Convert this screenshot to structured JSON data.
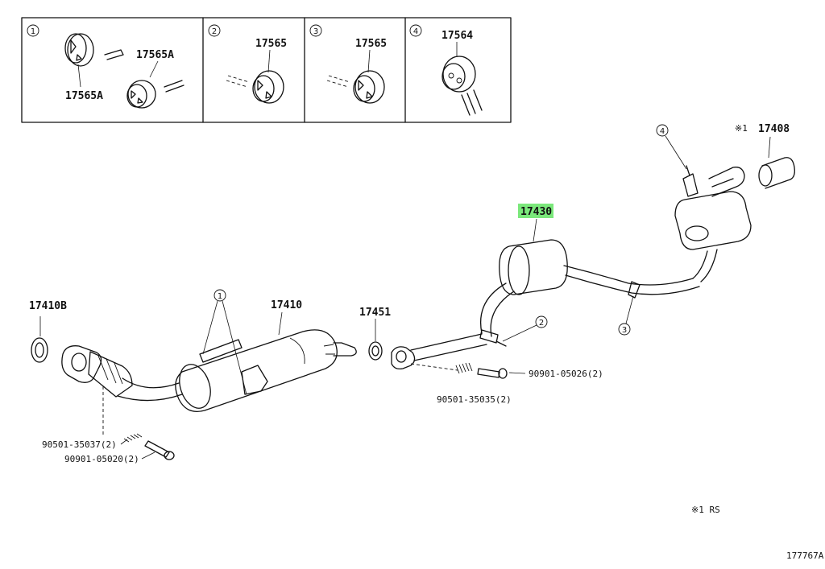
{
  "inset_panels": [
    {
      "index": "1",
      "labels": [
        "17565A",
        "17565A"
      ]
    },
    {
      "index": "2",
      "labels": [
        "17565"
      ]
    },
    {
      "index": "3",
      "labels": [
        "17565"
      ]
    },
    {
      "index": "4",
      "labels": [
        "17564"
      ]
    }
  ],
  "parts": {
    "p17430": "17430",
    "p17410": "17410",
    "p17410B": "17410B",
    "p17451": "17451",
    "p17408": "17408",
    "note_mark": "※1",
    "bolt_a": "90901-05026(2)",
    "spring_a": "90501-35035(2)",
    "spring_b": "90501-35037(2)",
    "bolt_b": "90901-05020(2)"
  },
  "callouts": {
    "c1": "1",
    "c2": "2",
    "c3": "3",
    "c4": "4"
  },
  "footnote": "※1 RS",
  "diagram_id": "177767A",
  "colors": {
    "highlight": "#7be87b",
    "ink": "#111111"
  }
}
